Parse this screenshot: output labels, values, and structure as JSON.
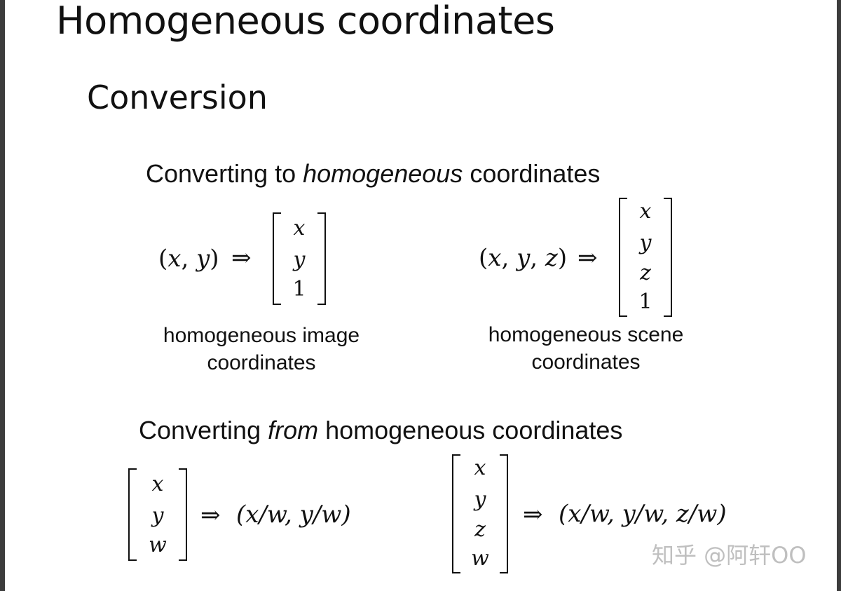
{
  "slide": {
    "title": "Homogeneous coordinates",
    "section": "Conversion"
  },
  "to_homogeneous": {
    "heading_pre": "Converting to ",
    "heading_em": "homogeneous",
    "heading_post": " coordinates",
    "image_2d": {
      "lhs_open": "(",
      "lhs_v1": "x",
      "lhs_sep1": ", ",
      "lhs_v2": "y",
      "lhs_close": ")",
      "arrow": "⇒",
      "entries": [
        "x",
        "y",
        "1"
      ],
      "caption_line1": "homogeneous image",
      "caption_line2": "coordinates"
    },
    "scene_3d": {
      "lhs_open": "(",
      "lhs_v1": "x",
      "lhs_sep1": ", ",
      "lhs_v2": "y",
      "lhs_sep2": ", ",
      "lhs_v3": "z",
      "lhs_close": ")",
      "arrow": "⇒",
      "entries": [
        "x",
        "y",
        "z",
        "1"
      ],
      "caption_line1": "homogeneous scene",
      "caption_line2": "coordinates"
    }
  },
  "from_homogeneous": {
    "heading_pre": "Converting ",
    "heading_em": "from",
    "heading_post": " homogeneous coordinates",
    "image_2d": {
      "entries": [
        "x",
        "y",
        "w"
      ],
      "arrow": "⇒",
      "rhs": "(x/w, y/w)"
    },
    "scene_3d": {
      "entries": [
        "x",
        "y",
        "z",
        "w"
      ],
      "arrow": "⇒",
      "rhs": "(x/w, y/w, z/w)"
    }
  },
  "watermark": "知乎 @阿轩OO"
}
